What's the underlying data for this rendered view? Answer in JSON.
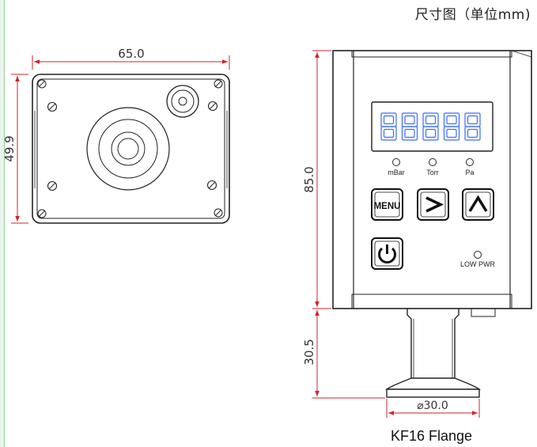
{
  "header": {
    "title": "尺寸图（单位mm)"
  },
  "dimensions": {
    "width_front": "65.0",
    "height_front": "49.9",
    "height_body": "85.0",
    "height_stem": "30.5",
    "flange_diameter": "⌀30.0"
  },
  "display": {
    "units": [
      "mBar",
      "Torr",
      "Pa"
    ]
  },
  "buttons": {
    "menu_label": "MENU",
    "next_icon": "chevron-right-icon",
    "up_icon": "chevron-up-icon",
    "power_icon": "power-icon"
  },
  "indicators": {
    "low_power_label": "LOW PWR"
  },
  "caption": {
    "flange": "KF16 Flange"
  },
  "colors": {
    "dimension_line": "#d1232a",
    "outline": "#222222",
    "display_digit": "#3a6cff",
    "display_bg": "#ffffff"
  }
}
